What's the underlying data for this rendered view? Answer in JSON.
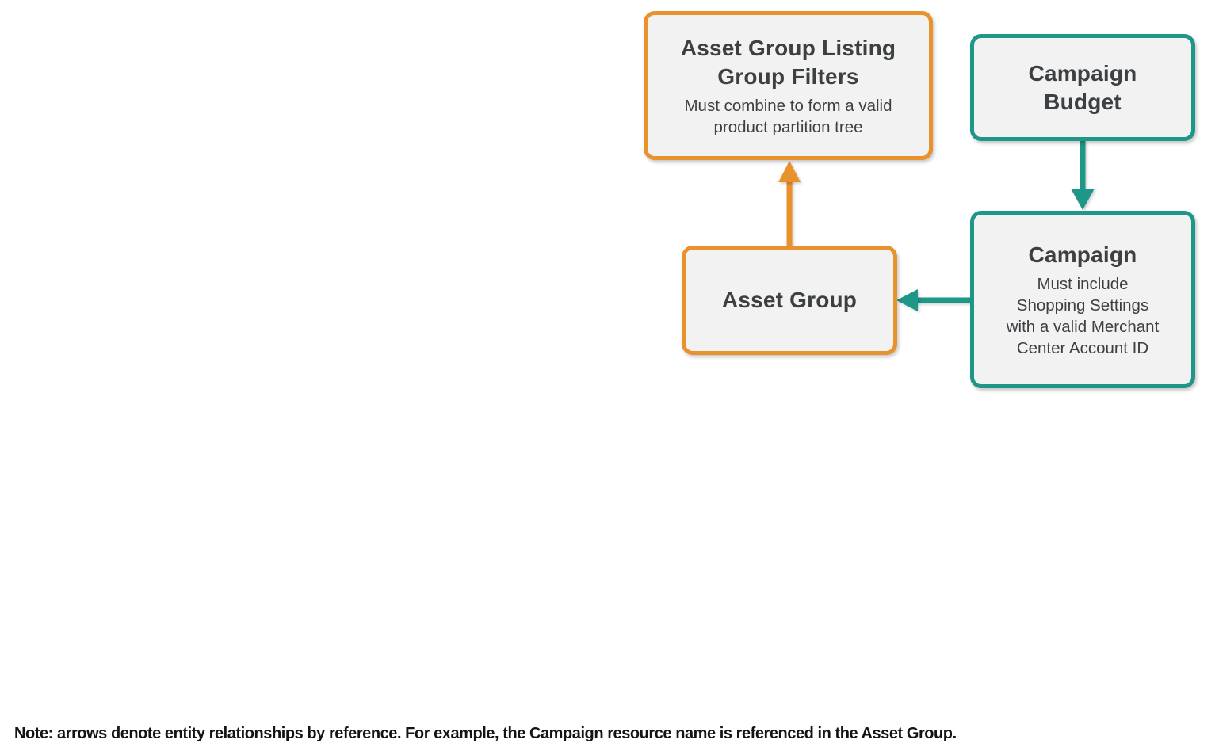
{
  "diagram": {
    "nodes": {
      "listing_filters": {
        "title": "Asset Group Listing\nGroup Filters",
        "subtitle": "Must combine to form a valid\nproduct partition tree",
        "border_color": "#E8912D"
      },
      "campaign_budget": {
        "title": "Campaign\nBudget",
        "subtitle": "",
        "border_color": "#1E9688"
      },
      "campaign": {
        "title": "Campaign",
        "subtitle": "Must include\nShopping Settings\nwith a valid Merchant\nCenter Account ID",
        "border_color": "#1E9688"
      },
      "asset_group": {
        "title": "Asset Group",
        "subtitle": "",
        "border_color": "#E8912D"
      }
    },
    "edges": [
      {
        "from": "asset_group",
        "to": "listing_filters",
        "direction": "up",
        "color": "#E8912D"
      },
      {
        "from": "campaign_budget",
        "to": "campaign",
        "direction": "down",
        "color": "#1E9688"
      },
      {
        "from": "campaign",
        "to": "asset_group",
        "direction": "left",
        "color": "#1E9688"
      }
    ]
  },
  "note": {
    "text": "Note: arrows denote entity relationships by reference. For example, the Campaign resource name is referenced in the Asset Group."
  },
  "colors": {
    "orange": "#E8912D",
    "teal": "#1E9688",
    "box_fill": "#F2F2F2",
    "title_text": "#3C4043",
    "note_text": "#141414"
  }
}
